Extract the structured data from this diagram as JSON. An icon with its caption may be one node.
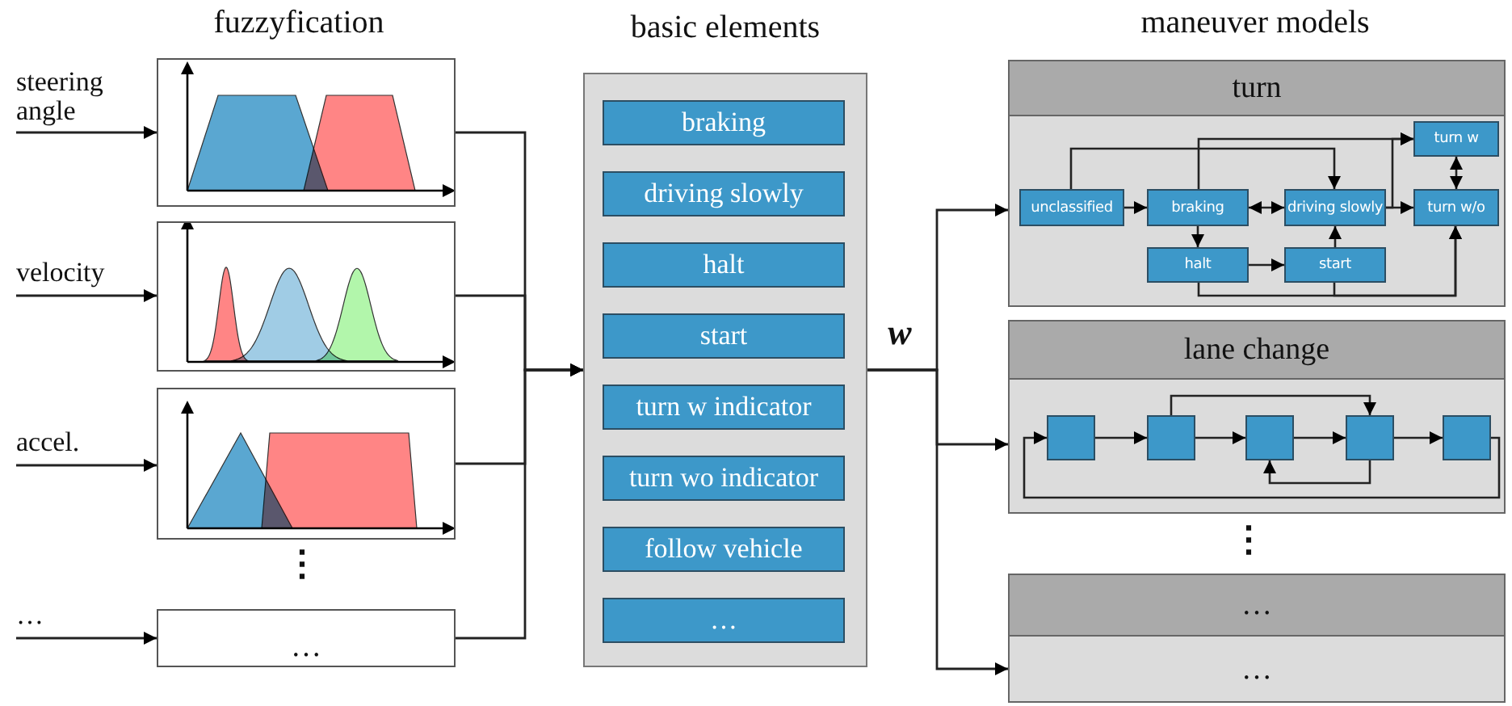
{
  "diagram": {
    "nodes": [
      {
        "text": [
          "steering angle"
        ]
      },
      {
        "text": [
          "velocity"
        ]
      },
      {
        "text": [
          "accel."
        ]
      },
      {
        "text": [
          "…"
        ]
      },
      {
        "text": [],
        "shape": "picture"
      },
      {
        "text": [],
        "shape": "picture"
      },
      {
        "text": [],
        "shape": "picture"
      },
      {
        "text": [
          "…"
        ]
      },
      {
        "text": [
          "basic elements"
        ]
      },
      {
        "text": [
          "braking"
        ],
        "in": 8
      },
      {
        "text": [
          "driving slowly"
        ],
        "in": 8
      },
      {
        "text": [
          "halt"
        ],
        "in": 8
      },
      {
        "text": [
          "start"
        ],
        "in": 8
      },
      {
        "text": [
          "turn w indicator"
        ],
        "in": 8
      },
      {
        "text": [
          "turn wo indicator"
        ],
        "in": 8
      },
      {
        "text": [
          "follow vehicle"
        ],
        "in": 8
      },
      {
        "text": [
          "…"
        ],
        "in": 8
      },
      {
        "text": [
          "turn"
        ]
      },
      {
        "text": [
          "unclassified"
        ],
        "in": 17
      },
      {
        "text": [
          "braking"
        ],
        "in": 17
      },
      {
        "text": [
          "driving slowly"
        ],
        "in": 17
      },
      {
        "text": [
          "turn w"
        ],
        "in": 17
      },
      {
        "text": [
          "turn w/o"
        ],
        "in": 17
      },
      {
        "text": [
          "halt"
        ],
        "in": 17
      },
      {
        "text": [
          "start"
        ],
        "in": 17
      },
      {
        "text": [
          "lane change"
        ]
      },
      {
        "text": [],
        "shape": "box",
        "in": 25
      },
      {
        "text": [],
        "shape": "box",
        "in": 25
      },
      {
        "text": [],
        "shape": "box",
        "in": 25
      },
      {
        "text": [],
        "shape": "box",
        "in": 25
      },
      {
        "text": [],
        "shape": "box",
        "in": 25
      },
      {
        "text": [
          "…",
          "…"
        ]
      }
    ],
    "edges": [
      {
        "from": 0,
        "to": 4,
        "arrow": "to"
      },
      {
        "from": 1,
        "to": 5,
        "arrow": "to"
      },
      {
        "from": 2,
        "to": 6,
        "arrow": "to"
      },
      {
        "from": 3,
        "to": 7,
        "arrow": "to"
      },
      {
        "from": 4,
        "to": 8,
        "arrow": "to"
      },
      {
        "from": 5,
        "to": 8,
        "arrow": "to"
      },
      {
        "from": 6,
        "to": 8,
        "arrow": "to"
      },
      {
        "from": 7,
        "to": 8,
        "arrow": "to"
      },
      {
        "from": 8,
        "to": 17,
        "arrow": "to"
      },
      {
        "from": 8,
        "to": 25,
        "arrow": "to"
      },
      {
        "from": 8,
        "to": 31,
        "arrow": "to"
      },
      {
        "from": 18,
        "to": 19,
        "arrow": "to"
      },
      {
        "from": 19,
        "to": 20,
        "arrow": "both"
      },
      {
        "from": 20,
        "to": 22,
        "arrow": "to"
      },
      {
        "from": 20,
        "to": 21,
        "arrow": "to"
      },
      {
        "from": 19,
        "to": 21,
        "arrow": "to"
      },
      {
        "from": 18,
        "to": 20,
        "arrow": "to"
      },
      {
        "from": 21,
        "to": 22,
        "arrow": "both"
      },
      {
        "from": 19,
        "to": 23,
        "arrow": "to"
      },
      {
        "from": 23,
        "to": 24,
        "arrow": "to"
      },
      {
        "from": 24,
        "to": 20,
        "arrow": "to"
      },
      {
        "from": 23,
        "to": 22,
        "arrow": "to"
      },
      {
        "from": 24,
        "to": 22,
        "arrow": "to"
      },
      {
        "from": 26,
        "to": 27,
        "arrow": "to"
      },
      {
        "from": 27,
        "to": 28,
        "arrow": "to"
      },
      {
        "from": 28,
        "to": 29,
        "arrow": "to"
      },
      {
        "from": 29,
        "to": 30,
        "arrow": "to"
      },
      {
        "from": 27,
        "to": 29,
        "arrow": "to"
      },
      {
        "from": 29,
        "to": 28,
        "arrow": "to"
      },
      {
        "from": 30,
        "to": 26,
        "arrow": "to"
      }
    ],
    "labels": [
      "fuzzyfication",
      "maneuver models",
      "w",
      "⋮",
      "⋮"
    ]
  }
}
